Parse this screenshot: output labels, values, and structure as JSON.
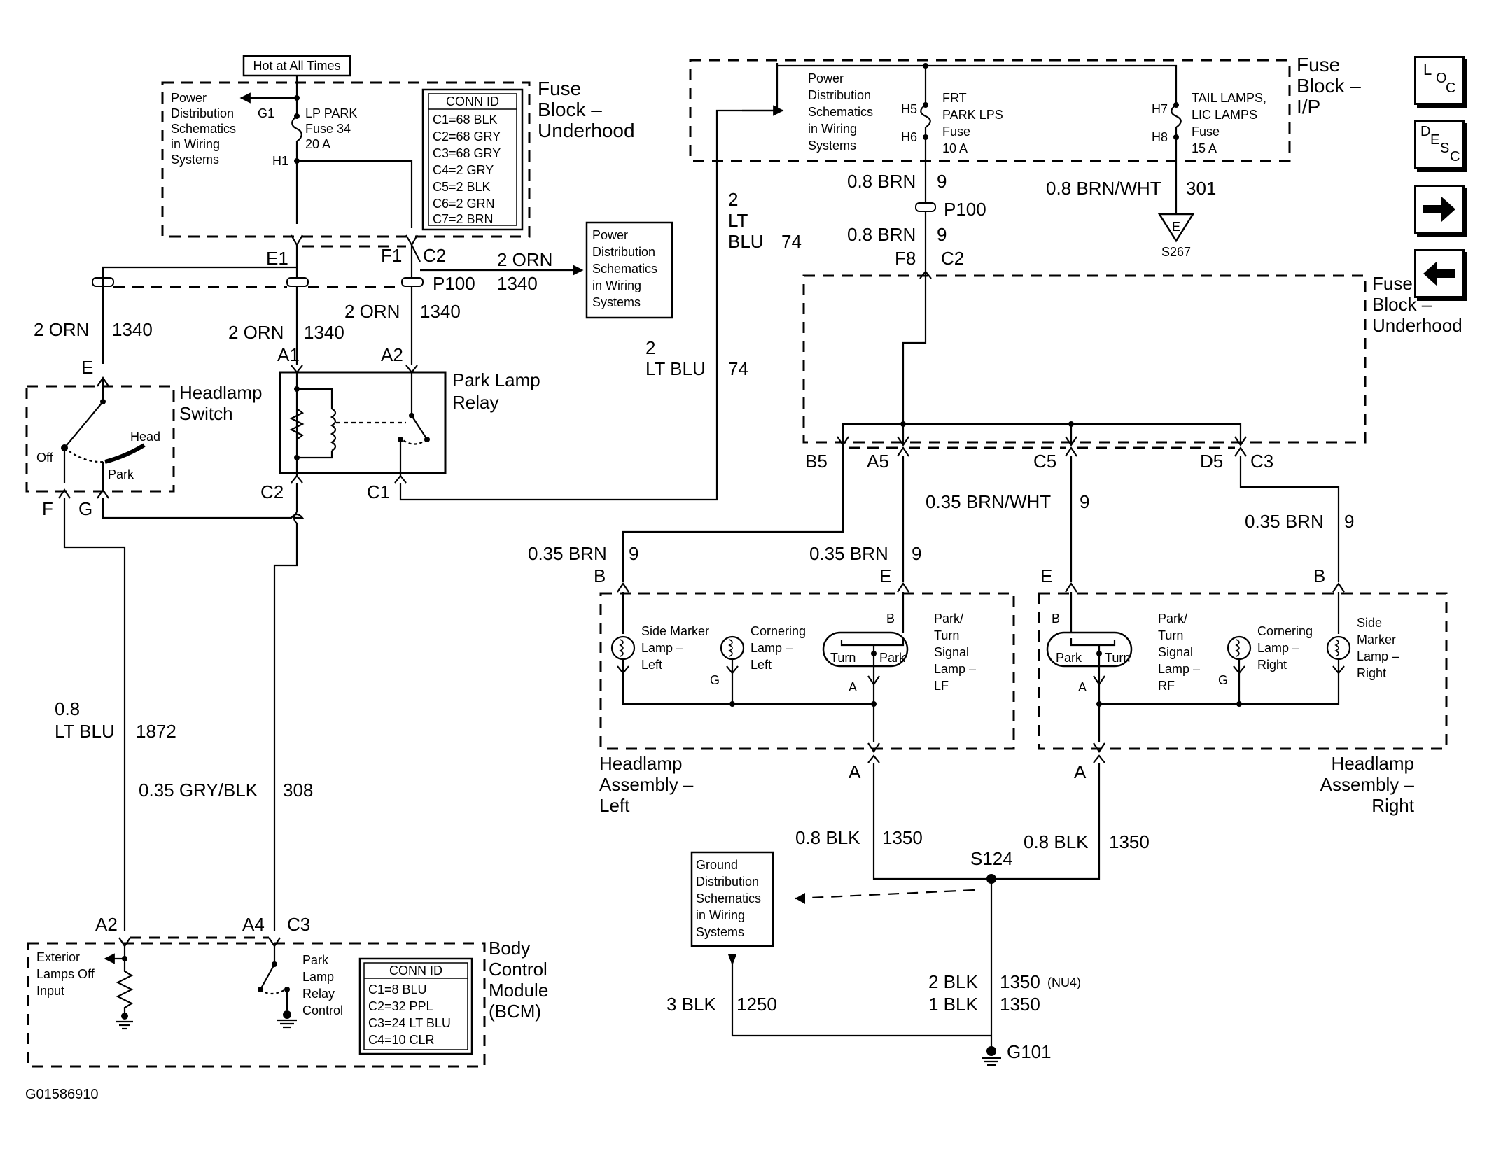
{
  "figure_id": "G01586910",
  "hot_at_all_times": "Hot at All Times",
  "fuse_block_underhood_top": [
    "Fuse",
    "Block –",
    "Underhood"
  ],
  "fuse_block_ip": [
    "Fuse",
    "Block –",
    "I/P"
  ],
  "fuse_block_underhood_right": [
    "Fuse",
    "Block –",
    "Underhood"
  ],
  "pds_ref": [
    "Power",
    "Distribution",
    "Schematics",
    "in Wiring",
    "Systems"
  ],
  "gds_ref": [
    "Ground",
    "Distribution",
    "Schematics",
    "in Wiring",
    "Systems"
  ],
  "fuse_lp_park": {
    "pin_in": "G1",
    "pin_out": "H1",
    "lines": [
      "LP PARK",
      "Fuse 34",
      "20 A"
    ]
  },
  "fuse_frt_park": {
    "pin_in": "H5",
    "pin_out": "H6",
    "lines": [
      "FRT",
      "PARK LPS",
      "Fuse",
      "10 A"
    ]
  },
  "fuse_tail": {
    "pin_in": "H7",
    "pin_out": "H8",
    "lines": [
      "TAIL LAMPS,",
      "LIC LAMPS",
      "Fuse",
      "15 A"
    ]
  },
  "conn_id_fuse_block": {
    "title": "CONN ID",
    "rows": [
      "C1=68 BLK",
      "C2=68 GRY",
      "C3=68 GRY",
      "C4=2 GRY",
      "C5=2 BLK",
      "C6=2 GRN",
      "C7=2 BRN"
    ]
  },
  "conn_id_bcm": {
    "title": "CONN ID",
    "rows": [
      "C1=8 BLU",
      "C2=32 PPL",
      "C3=24 LT BLU",
      "C4=10 CLR"
    ]
  },
  "connectors": {
    "e1": "E1",
    "f1": "F1",
    "c2": "C2",
    "p100": "P100",
    "f8": "F8",
    "b5": "B5",
    "a5": "A5",
    "c5": "C5",
    "d5": "D5",
    "c3": "C3",
    "e": "E",
    "f": "F",
    "g": "G",
    "a1": "A1",
    "a2": "A2",
    "c1": "C1",
    "a4": "A4",
    "b": "B",
    "a": "A"
  },
  "wires": {
    "orn": "2 ORN",
    "c1340": "1340",
    "lt_blu_2": "2",
    "lt_blu_name": [
      "LT",
      "BLU"
    ],
    "lt_blu_short": "LT BLU",
    "c74": "74",
    "brn08": "0.8 BRN",
    "c9": "9",
    "brnwht08": "0.8 BRN/WHT",
    "c301": "301",
    "brnwht035": "0.35 BRN/WHT",
    "brn035": "0.35 BRN",
    "ltblu08_size": "0.8",
    "ltblu08_name": "LT BLU",
    "c1872": "1872",
    "grybkl": "0.35 GRY/BLK",
    "c308": "308",
    "blk08": "0.8 BLK",
    "c1350": "1350",
    "blk2": "2 BLK",
    "nu4": "(NU4)",
    "blk1": "1 BLK",
    "blk3": "3 BLK",
    "c1250": "1250"
  },
  "ground_e": "E",
  "s267": "S267",
  "s124": "S124",
  "g101": "G101",
  "headlamp_switch": {
    "title": [
      "Headlamp",
      "Switch"
    ],
    "off": "Off",
    "park": "Park",
    "head": "Head"
  },
  "park_lamp_relay": [
    "Park Lamp",
    "Relay"
  ],
  "bcm": {
    "title": [
      "Body",
      "Control",
      "Module",
      "(BCM)"
    ],
    "input": [
      "Exterior",
      "Lamps Off",
      "Input"
    ],
    "relay": [
      "Park",
      "Lamp",
      "Relay",
      "Control"
    ]
  },
  "left_assembly": {
    "title": [
      "Headlamp",
      "Assembly –",
      "Left"
    ],
    "side_marker": [
      "Side Marker",
      "Lamp –",
      "Left"
    ],
    "cornering": [
      "Cornering",
      "Lamp –",
      "Left"
    ],
    "park_turn": [
      "Park/",
      "Turn",
      "Signal",
      "Lamp –",
      "LF"
    ],
    "turn": "Turn",
    "park": "Park"
  },
  "right_assembly": {
    "title": [
      "Headlamp",
      "Assembly –",
      "Right"
    ],
    "side_marker": [
      "Side",
      "Marker",
      "Lamp –",
      "Right"
    ],
    "cornering": [
      "Cornering",
      "Lamp –",
      "Right"
    ],
    "park_turn": [
      "Park/",
      "Turn",
      "Signal",
      "Lamp –",
      "RF"
    ],
    "turn": "Turn",
    "park": "Park"
  },
  "nav": [
    {
      "name": "loc-button",
      "text": [
        "L",
        "O",
        "C"
      ]
    },
    {
      "name": "desc-button",
      "text": [
        "D",
        "E",
        "S",
        "C"
      ]
    },
    {
      "name": "next-button",
      "icon": "arrow-right-icon"
    },
    {
      "name": "prev-button",
      "icon": "arrow-left-icon"
    }
  ]
}
